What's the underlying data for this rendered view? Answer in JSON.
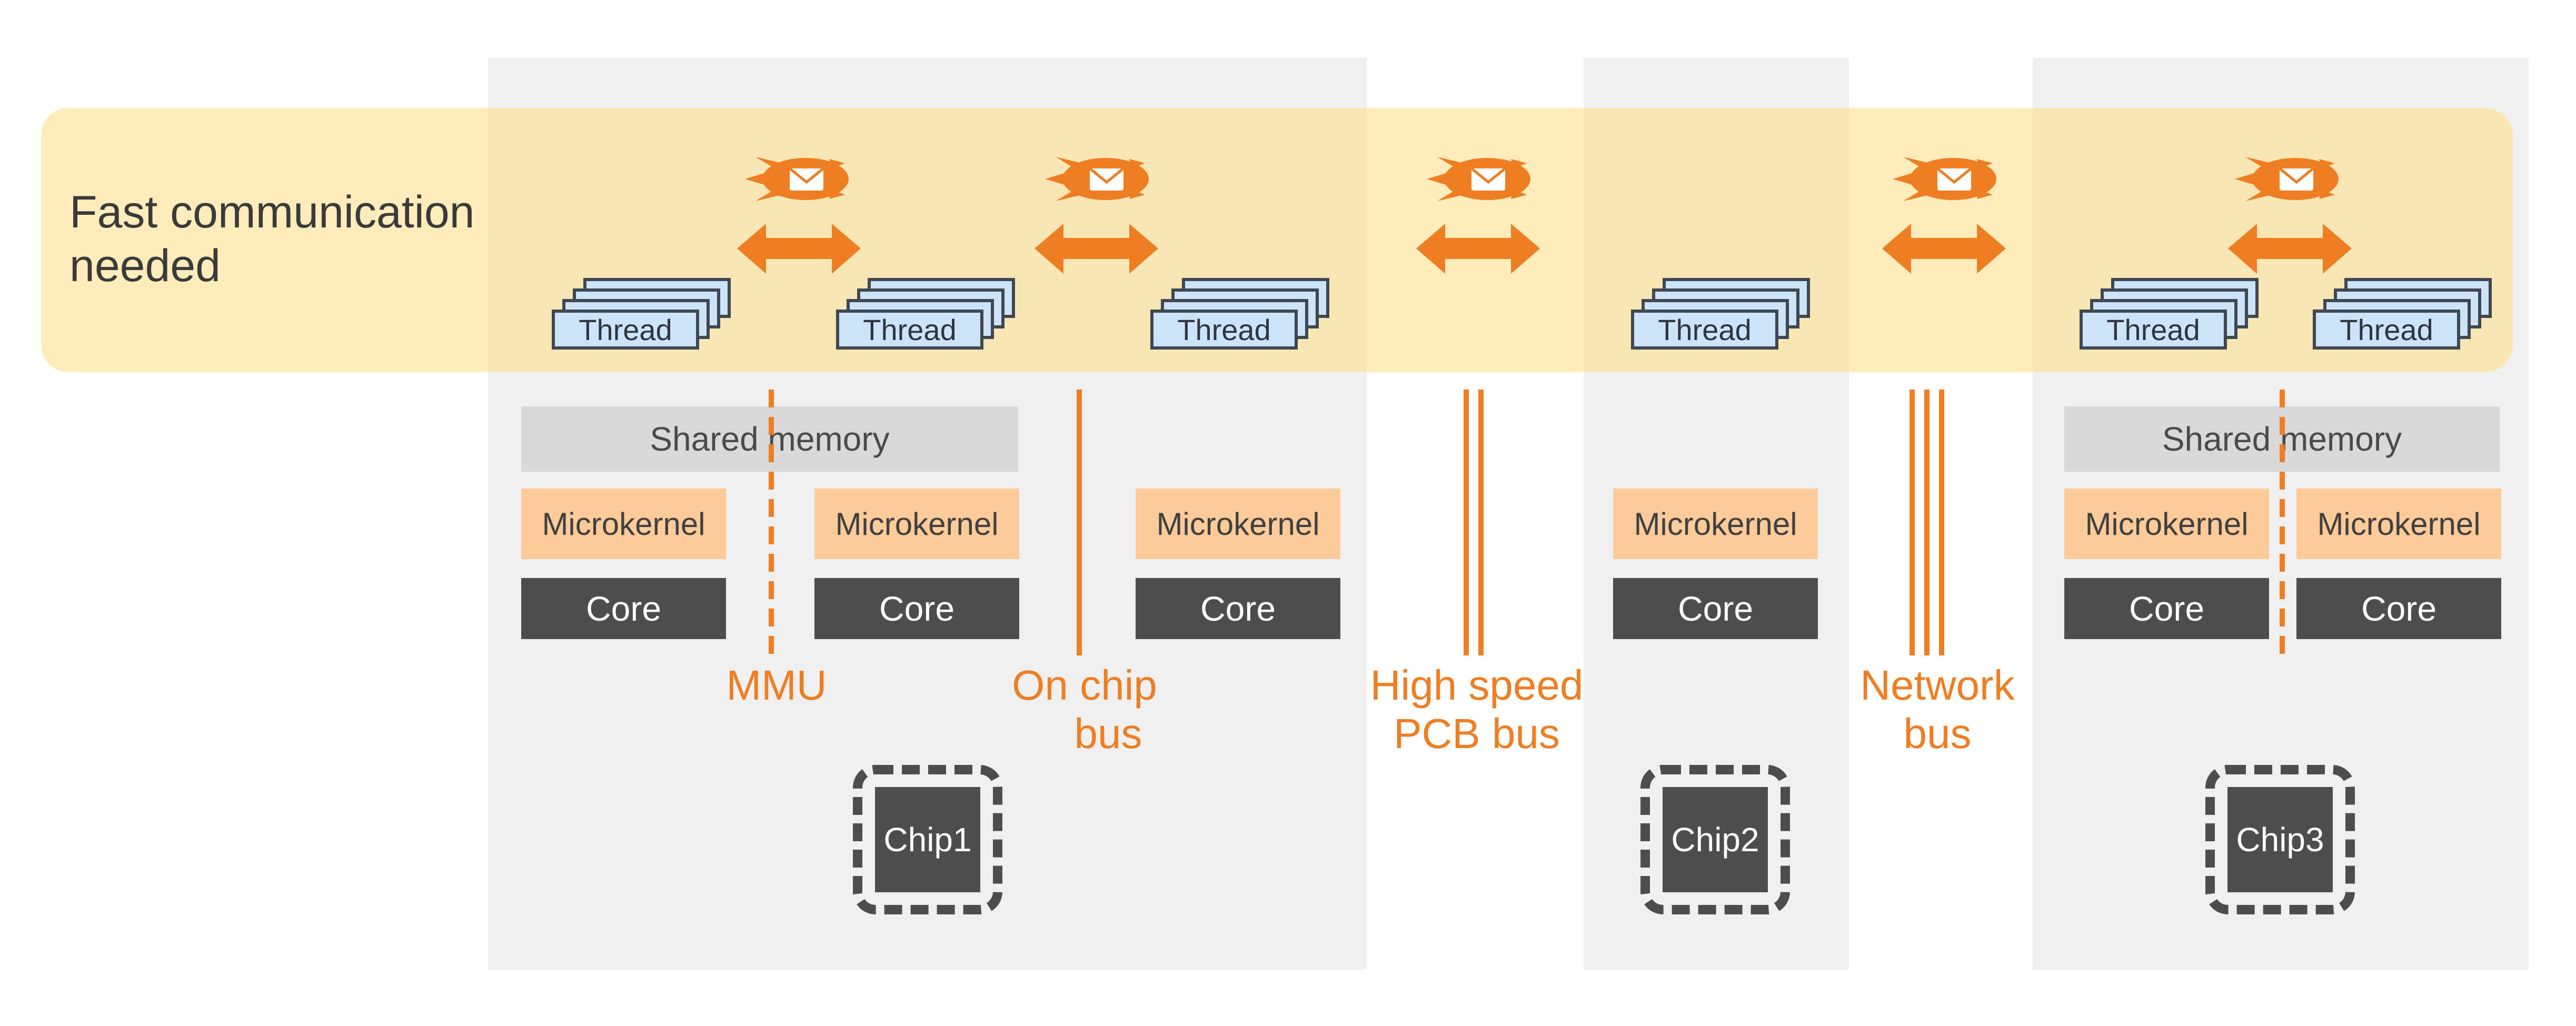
{
  "band": {
    "title_line1": "Fast communication",
    "title_line2": "needed"
  },
  "thread_label": "Thread",
  "shared_memory_label": "Shared memory",
  "microkernel_label": "Microkernel",
  "core_label": "Core",
  "chips": [
    {
      "label": "Chip1"
    },
    {
      "label": "Chip2"
    },
    {
      "label": "Chip3"
    }
  ],
  "buses": {
    "mmu": "MMU",
    "on_chip_line1": "On chip",
    "on_chip_line2": "bus",
    "pcb_line1": "High speed",
    "pcb_line2": "PCB bus",
    "network_line1": "Network",
    "network_line2": "bus"
  },
  "colors": {
    "accent": "#ef7d22",
    "band": "#fde091",
    "panel": "#f0f0f0",
    "thread_fill": "#cde3f7",
    "microkernel": "#fdcb9a",
    "core": "#4d4d4d",
    "shared_memory": "#d9d9d9"
  },
  "icons": {
    "message": "flying-envelope-icon",
    "arrow": "double-arrow-icon",
    "chip": "chip-icon"
  }
}
